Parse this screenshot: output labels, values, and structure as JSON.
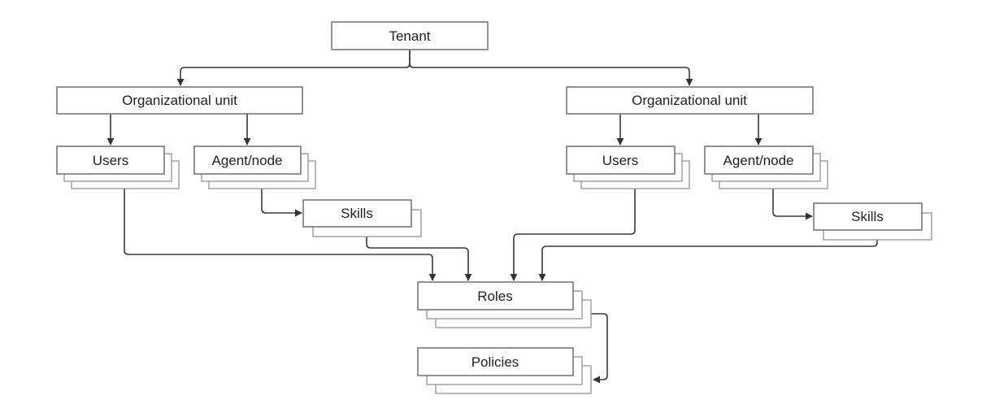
{
  "diagram": {
    "background": "#ffffff",
    "nodes": {
      "tenant": {
        "label": "Tenant"
      },
      "ou_left": {
        "label": "Organizational unit"
      },
      "ou_right": {
        "label": "Organizational unit"
      },
      "users_left": {
        "label": "Users"
      },
      "agent_left": {
        "label": "Agent/node"
      },
      "skills_left": {
        "label": "Skills"
      },
      "users_right": {
        "label": "Users"
      },
      "agent_right": {
        "label": "Agent/node"
      },
      "skills_right": {
        "label": "Skills"
      },
      "roles": {
        "label": "Roles"
      },
      "policies": {
        "label": "Policies"
      }
    },
    "edges": [
      {
        "from": "tenant",
        "to": "ou_left"
      },
      {
        "from": "tenant",
        "to": "ou_right"
      },
      {
        "from": "ou_left",
        "to": "users_left"
      },
      {
        "from": "ou_left",
        "to": "agent_left"
      },
      {
        "from": "agent_left",
        "to": "skills_left"
      },
      {
        "from": "ou_right",
        "to": "users_right"
      },
      {
        "from": "ou_right",
        "to": "agent_right"
      },
      {
        "from": "agent_right",
        "to": "skills_right"
      },
      {
        "from": "users_left",
        "to": "roles"
      },
      {
        "from": "skills_left",
        "to": "roles"
      },
      {
        "from": "users_right",
        "to": "roles"
      },
      {
        "from": "skills_right",
        "to": "roles"
      },
      {
        "from": "roles",
        "to": "policies"
      }
    ],
    "colors": {
      "connector": "#3a3a3a",
      "arrowhead": "#333333",
      "box_border": "#6f6f6f",
      "stack_border": "#9b9b9b",
      "box_fill": "#ffffff",
      "text": "#1f1f1f"
    }
  }
}
